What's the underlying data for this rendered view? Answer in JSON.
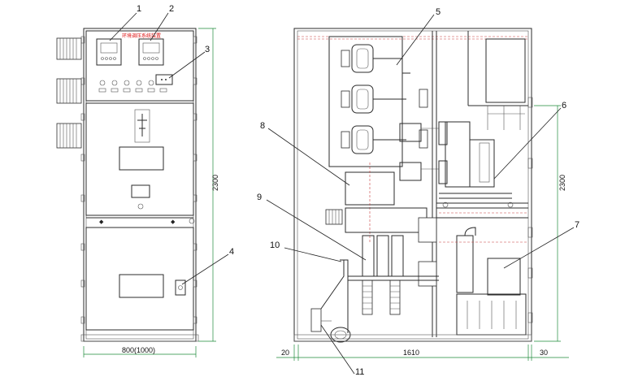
{
  "front_view": {
    "panel_title": "环境调压系统装置",
    "height_dim": "2300",
    "width_dim": "800(1000)"
  },
  "side_view": {
    "height_dim": "2300",
    "left_gap_dim": "20",
    "depth_dim": "1610",
    "right_gap_dim": "30"
  },
  "callouts": [
    "1",
    "2",
    "3",
    "4",
    "5",
    "6",
    "7",
    "8",
    "9",
    "10",
    "11"
  ],
  "colors": {
    "dimension": "#1e8a3a",
    "hidden": "#c83c3c",
    "title": "#dd1111"
  }
}
